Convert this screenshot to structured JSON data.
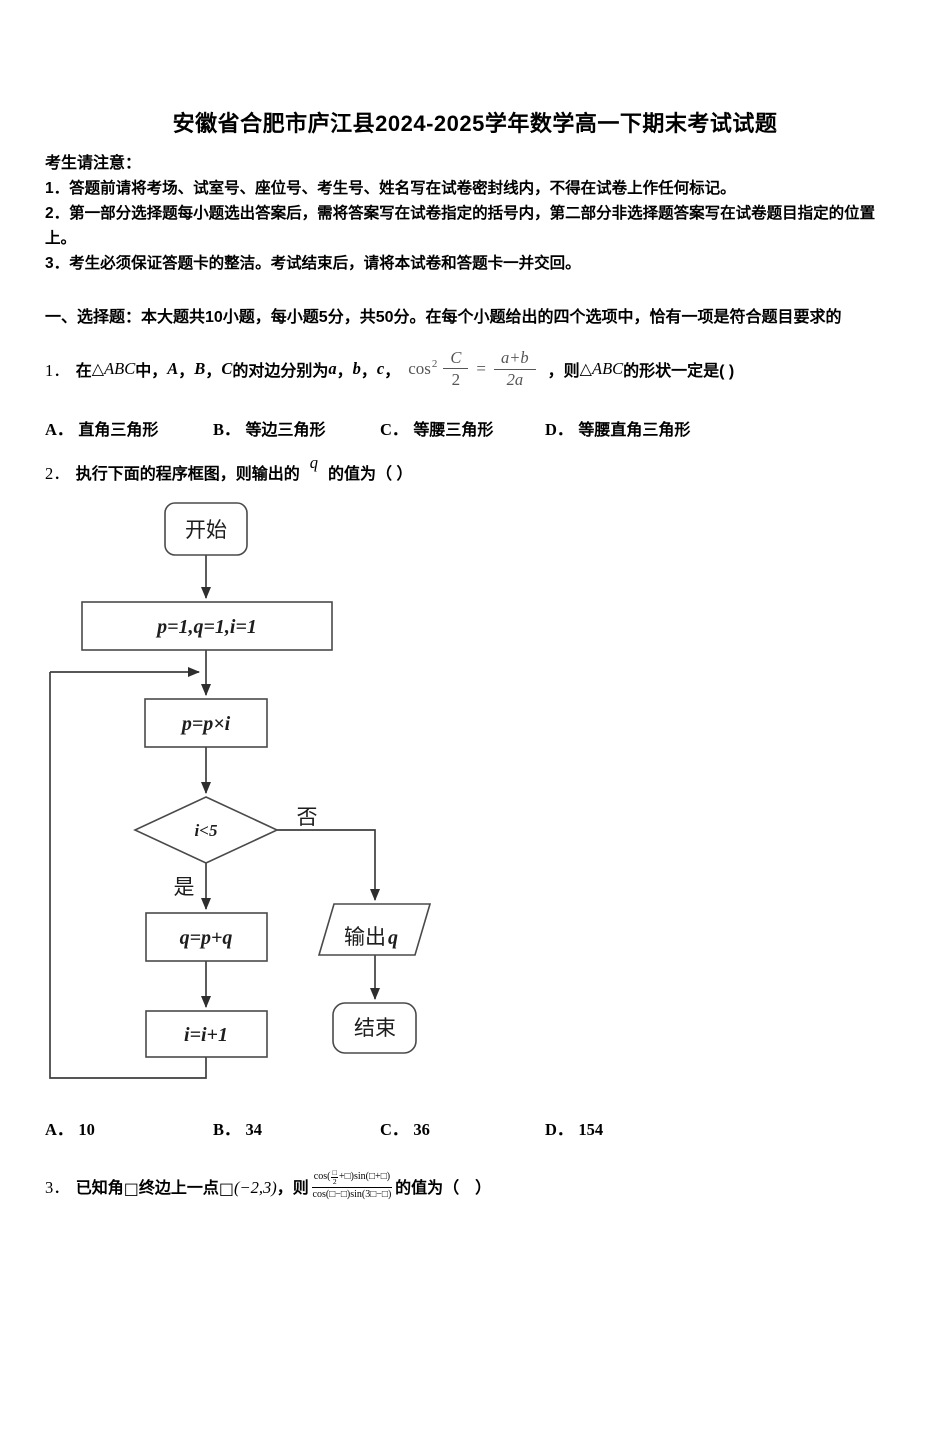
{
  "title": "安徽省合肥市庐江县2024-2025学年数学高一下期末考试试题",
  "notice": {
    "heading": "考生请注意：",
    "item1": "1．答题前请将考场、试室号、座位号、考生号、姓名写在试卷密封线内，不得在试卷上作任何标记。",
    "item2": "2．第一部分选择题每小题选出答案后，需将答案写在试卷指定的括号内，第二部分非选择题答案写在试卷题目指定的位置上。",
    "item3": "3．考生必须保证答题卡的整洁。考试结束后，请将本试卷和答题卡一并交回。"
  },
  "section": {
    "heading": "一、选择题：本大题共10小题，每小题5分，共50分。在每个小题给出的四个选项中，恰有一项是符合题目要求的"
  },
  "q1": {
    "number": "1．",
    "r_zai": "在",
    "r_tri1": "△",
    "r_abc1": "ABC",
    "r_zhong": "中，",
    "r_A": "A",
    "r_c1": "，",
    "r_B": "B",
    "r_c2": "，",
    "r_C": "C",
    "r_mid": "的对边分别为",
    "r_a": "a",
    "r_c3": "，",
    "r_b": "b",
    "r_c4": "，",
    "r_c": "c",
    "r_c5": "，",
    "formula": {
      "fn": "cos",
      "sup": "2",
      "f1_num": "C",
      "f1_den": "2",
      "eq": "=",
      "f2_num": "a+b",
      "f2_den": "2a"
    },
    "r_then": "，则",
    "r_tri2": "△",
    "r_abc2": "ABC",
    "r_tail": "的形状一定是( )",
    "options": [
      {
        "label": "A．",
        "text": "直角三角形"
      },
      {
        "label": "B．",
        "text": "等边三角形"
      },
      {
        "label": "C．",
        "text": "等腰三角形"
      },
      {
        "label": "D．",
        "text": "等腰直角三角形"
      }
    ]
  },
  "q2": {
    "number": "2．",
    "r_before": "执行下面的程序框图，则输出的",
    "r_q": "q",
    "r_after": "的值为（ ）",
    "options": [
      {
        "label": "A．",
        "text": "10"
      },
      {
        "label": "B．",
        "text": "34"
      },
      {
        "label": "C．",
        "text": "36"
      },
      {
        "label": "D．",
        "text": "154"
      }
    ]
  },
  "flowchart": {
    "start": "开始",
    "init": "p=1,q=1,i=1",
    "mult": "p=p×i",
    "cond": "i<5",
    "no": "否",
    "yes": "是",
    "add": "q=p+q",
    "inc": "i=i+1",
    "output_cn": "输出",
    "output_var": "q",
    "end": "结束"
  },
  "q3": {
    "number": "3．",
    "r1": "已知角",
    "r2": "□",
    "r3": "终边上一点",
    "r4": "□",
    "r5": "(−2,3)",
    "r6": "，则",
    "frac": {
      "n1": "cos(",
      "mini_num": "□",
      "mini_den": "2",
      "n2": "+□)sin(□+□)",
      "d": "cos(□−□)sin(3□−□)"
    },
    "r7": "的值为（　）"
  }
}
